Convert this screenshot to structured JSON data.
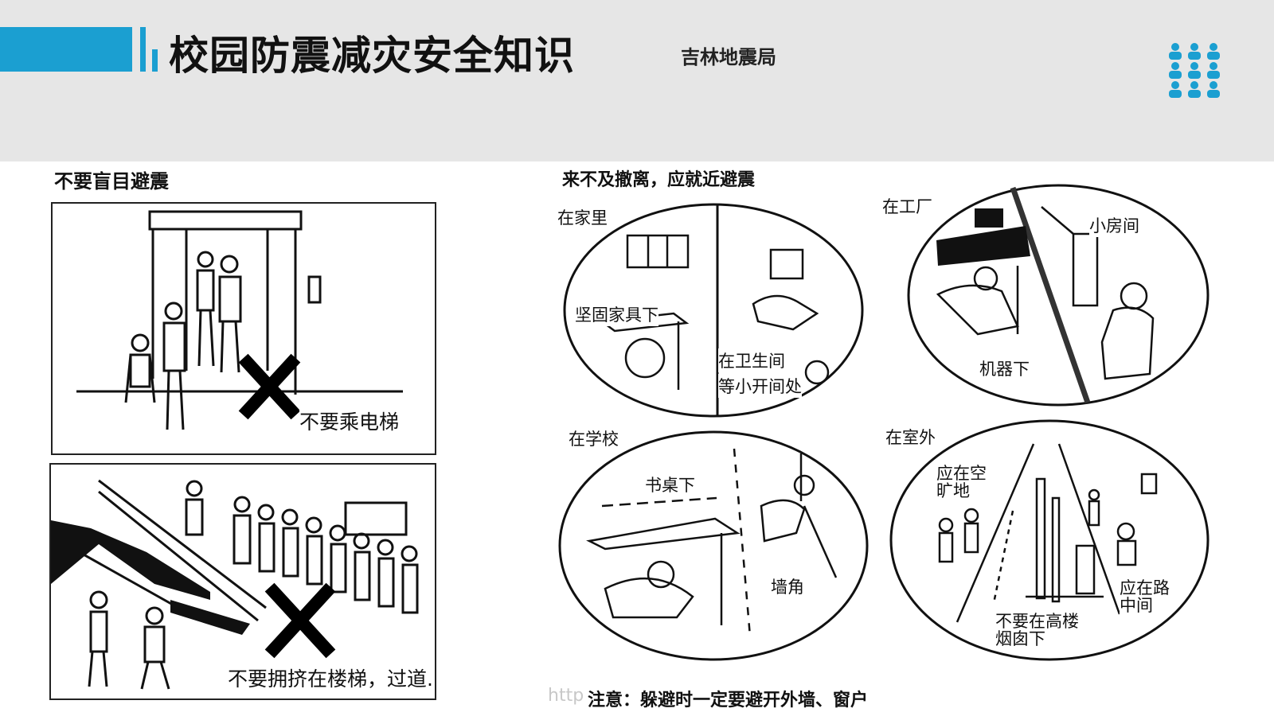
{
  "header": {
    "title": "校园防震减灾安全知识",
    "author": "吉林地震局",
    "accent_color": "#1b9fd1",
    "logo_icon": "people-group-icon"
  },
  "left": {
    "heading": "不要盲目避震",
    "panel1_caption": "不要乘电梯",
    "panel2_caption": "不要拥挤在楼梯，过道."
  },
  "right": {
    "heading": "来不及撤离，应就近避震",
    "home": {
      "place": "在家里",
      "left": "坚固家具下",
      "right_line1": "在卫生间",
      "right_line2": "等小开间处"
    },
    "factory": {
      "place": "在工厂",
      "left": "机器下",
      "right": "小房间"
    },
    "school": {
      "place": "在学校",
      "left": "书桌下",
      "right": "墙角"
    },
    "outdoor": {
      "place": "在室外",
      "open_line1": "应在空",
      "open_line2": "旷地",
      "road_line1": "应在路",
      "road_line2": "中间",
      "tower_line1": "不要在高楼",
      "tower_line2": "烟囱下"
    },
    "note": "注意：躲避时一定要避开外墙、窗户",
    "watermark": "http"
  }
}
